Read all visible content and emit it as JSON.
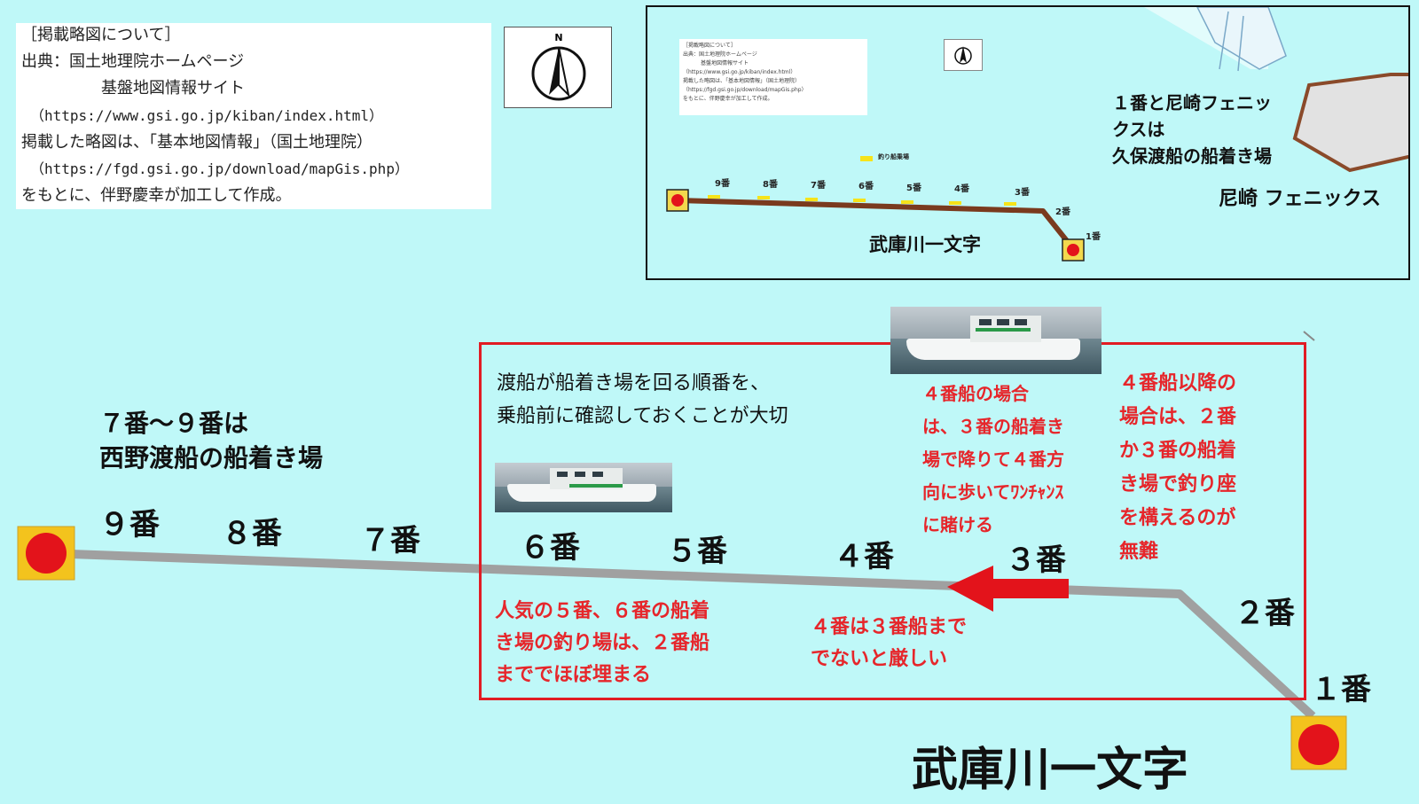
{
  "credit": {
    "line1": "［掲載略図について］",
    "line2": "出典：国土地理院ホームページ",
    "line3": "基盤地図情報サイト",
    "line4": "（https://www.gsi.go.jp/kiban/index.html）",
    "line5": "掲載した略図は、「基本地図情報」（国土地理院）",
    "line6": "（https://fgd.gsi.go.jp/download/mapGis.php）",
    "line7": "をもとに、伴野慶幸が加工して作成。"
  },
  "north": {
    "label": "N"
  },
  "inset": {
    "berths": [
      "9番",
      "8番",
      "7番",
      "6番",
      "5番",
      "4番",
      "3番",
      "2番",
      "1番"
    ],
    "legend": "釣り船乗場",
    "breakwater_name": "武庫川一文字",
    "note_line1": "１番と尼崎フェニッ",
    "note_line2": "クスは",
    "note_line3": "久保渡船の船着き場",
    "place_name": "尼崎 フェニックス"
  },
  "main": {
    "berth_labels": {
      "b9": "９番",
      "b8": "８番",
      "b7": "７番",
      "b6": "６番",
      "b5": "５番",
      "b4": "４番",
      "b3": "３番",
      "b2": "２番",
      "b1": "１番"
    },
    "nishino_line1": "７番～９番は",
    "nishino_line2": "西野渡船の船着き場",
    "order_line1": "渡船が船着き場を回る順番を、",
    "order_line2": "乗船前に確認しておくことが大切",
    "popular_line1": "人気の５番、６番の船着",
    "popular_line2": "き場の釣り場は、２番船",
    "popular_line3": "まででほぼ埋まる",
    "no4_line1": "４番は３番船まで",
    "no4_line2": "でないと厳しい",
    "boat4_line1": "４番船の場合",
    "boat4_line2": "は、３番の船着き",
    "boat4_line3": "場で降りて４番方",
    "boat4_line4": "向に歩いてﾜﾝﾁｬﾝｽ",
    "boat4_line5": "に賭ける",
    "after4_line1": "４番船以降の",
    "after4_line2": "場合は、２番",
    "after4_line3": "か３番の船着",
    "after4_line4": "き場で釣り座",
    "after4_line5": "を構えるのが",
    "after4_line6": "無難",
    "title": "武庫川一文字"
  },
  "colors": {
    "sea": "#bff8f8",
    "breakwater_main": "#9c9c9c",
    "breakwater_inset": "#7a3a1e",
    "marker_red": "#e3131b",
    "marker_frame": "#f3c31d",
    "annotation_red": "#e6262b"
  }
}
